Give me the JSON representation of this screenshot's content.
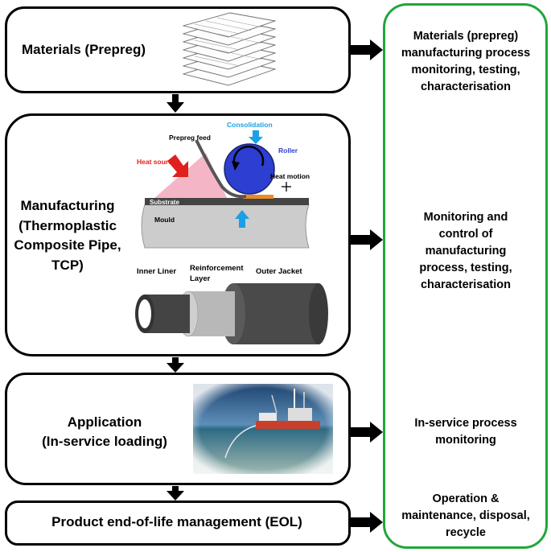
{
  "stages": {
    "materials": {
      "label": "Materials (Prepreg)"
    },
    "manufacturing": {
      "label": "Manufacturing (Thermoplastic Composite Pipe, TCP)"
    },
    "application": {
      "label_line1": "Application",
      "label_line2": "(In-service loading)"
    },
    "eol": {
      "label": "Product end-of-life management (EOL)"
    }
  },
  "process_diagram": {
    "prepreg_feed": "Prepreg feed",
    "consolidation": "Consolidation",
    "roller": "Roller",
    "heat_source": "Heat source",
    "heat_motion": "Heat motion",
    "substrate": "Substrate",
    "mould": "Mould"
  },
  "pipe_diagram": {
    "inner_liner": "Inner Liner",
    "reinforcement_line1": "Reinforcement",
    "reinforcement_line2": "Layer",
    "outer_jacket": "Outer Jacket"
  },
  "outcomes": {
    "materials": [
      "Materials (prepreg)",
      "manufacturing process",
      "monitoring, testing,",
      "characterisation"
    ],
    "manufacturing": [
      "Monitoring and",
      "control of",
      "manufacturing",
      "process, testing,",
      "characterisation"
    ],
    "application": [
      "In-service process",
      "monitoring"
    ],
    "eol": [
      "Operation &",
      "maintenance, disposal,",
      "recycle"
    ]
  },
  "colors": {
    "outcome_border": "#22a63a",
    "consolidation_text": "#1aa0e6",
    "roller_fill": "#2d3fd0",
    "heat_source_text": "#e0201c",
    "heat_cone": "#f4b6c6",
    "mould_fill": "#cccccc"
  }
}
